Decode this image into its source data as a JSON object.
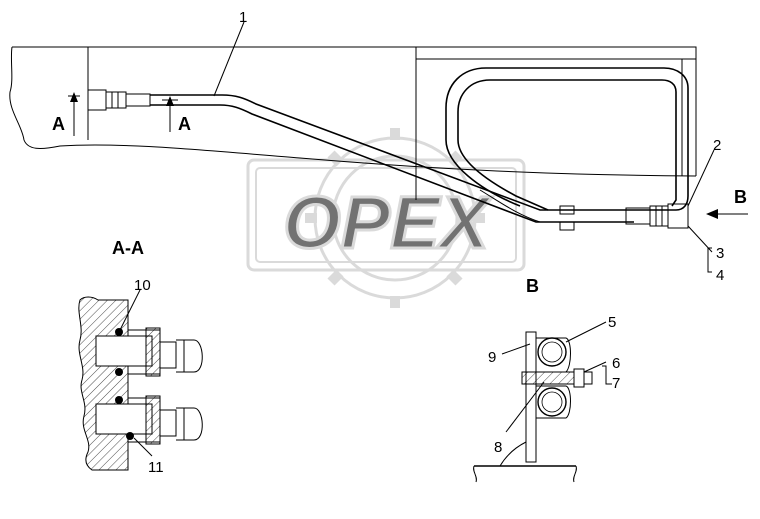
{
  "callouts": {
    "c1": "1",
    "c2": "2",
    "c3": "3",
    "c4": "4",
    "c5": "5",
    "c6": "6",
    "c7": "7",
    "c8": "8",
    "c9": "9",
    "c10": "10",
    "c11": "11"
  },
  "views": {
    "section_marker": "A",
    "view_marker": "B",
    "section_title": "A-A",
    "view_title": "B"
  },
  "watermark": {
    "text": "OPEX",
    "color": "#c8c8c8"
  }
}
